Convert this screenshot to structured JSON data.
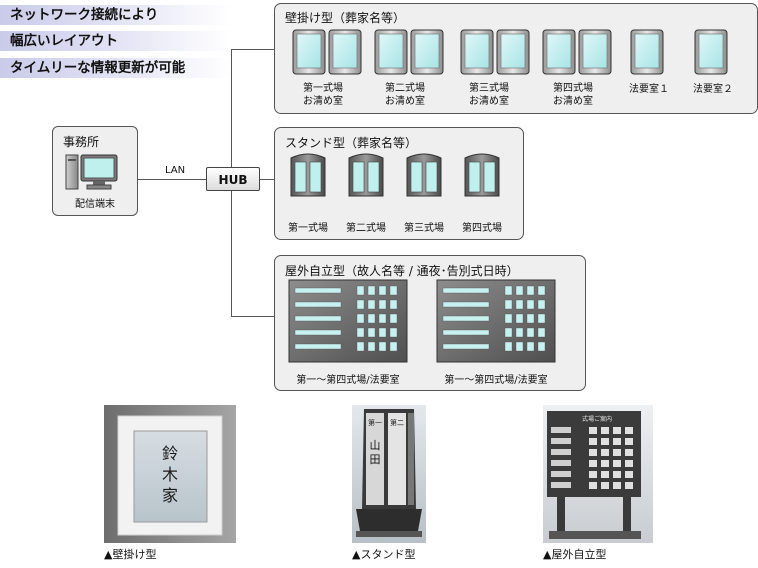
{
  "headlines": [
    "ネットワーク接続により",
    "幅広いレイアウト",
    "タイムリーな情報更新が可能"
  ],
  "office": {
    "title": "事務所",
    "device_label": "配信端末"
  },
  "lan_label": "LAN",
  "hub_label": "HUB",
  "wall_group": {
    "title": "壁掛け型（葬家名等）",
    "units": [
      {
        "line1": "第一式場",
        "line2": "お清め室"
      },
      {
        "line1": "第二式場",
        "line2": "お清め室"
      },
      {
        "line1": "第三式場",
        "line2": "お清め室"
      },
      {
        "line1": "第四式場",
        "line2": "お清め室"
      },
      {
        "line1": "法要室１",
        "line2": ""
      },
      {
        "line1": "法要室２",
        "line2": ""
      }
    ]
  },
  "stand_group": {
    "title": "スタンド型（葬家名等）",
    "units": [
      "第一式場",
      "第二式場",
      "第三式場",
      "第四式場"
    ]
  },
  "outdoor_group": {
    "title": "屋外自立型（故人名等 / 通夜･告別式日時）",
    "units": [
      "第一～第四式場/法要室",
      "第一～第四式場/法要室"
    ]
  },
  "photos": {
    "wall": {
      "caption": "▲壁掛け型",
      "text": [
        "鈴",
        "木",
        "家"
      ]
    },
    "stand": {
      "caption": "▲スタンド型",
      "tab1": "第一",
      "tab2": "第二",
      "name": [
        "山",
        "田"
      ]
    },
    "outdoor": {
      "caption": "▲屋外自立型",
      "header": "式場ご案内"
    }
  }
}
